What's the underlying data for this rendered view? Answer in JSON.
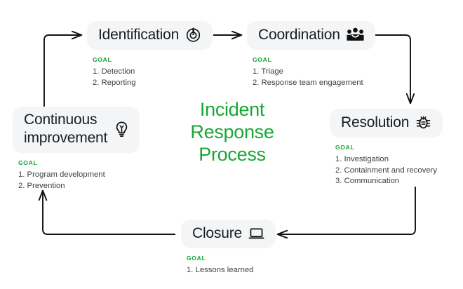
{
  "diagram": {
    "center_title": "Incident\nResponse\nProcess",
    "center_title_color": "#19a637",
    "goal_label": "GOAL",
    "goal_label_color": "#1aa13b",
    "node_bg_color": "#f4f5f6",
    "arrow_color": "#111111"
  },
  "nodes": {
    "identification": {
      "title": "Identification",
      "icon": "power-alert-icon",
      "goals": [
        "1. Detection",
        "2. Reporting"
      ]
    },
    "coordination": {
      "title": "Coordination",
      "icon": "people-group-icon",
      "goals": [
        "1. Triage",
        "2. Response team engagement"
      ]
    },
    "resolution": {
      "title": "Resolution",
      "icon": "bug-icon",
      "goals": [
        "1. Investigation",
        "2. Containment and recovery",
        "3. Communication"
      ]
    },
    "closure": {
      "title": "Closure",
      "icon": "laptop-icon",
      "goals": [
        "1. Lessons learned"
      ]
    },
    "continuous": {
      "title": "Continuous\nimprovement",
      "icon": "lightbulb-icon",
      "goals": [
        "1. Program development",
        "2. Prevention"
      ]
    }
  }
}
